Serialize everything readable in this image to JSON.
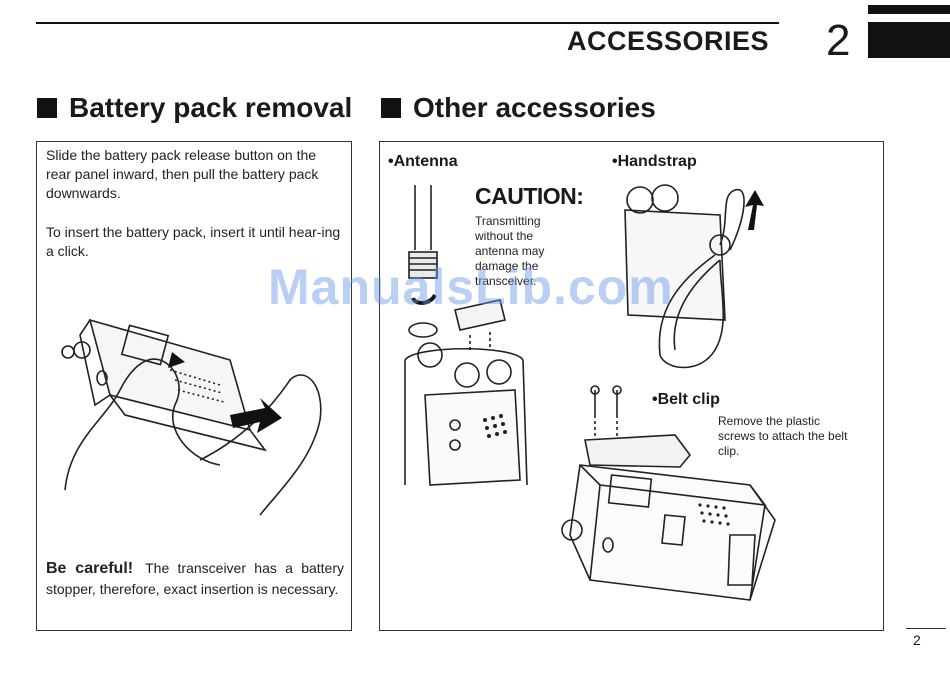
{
  "header": {
    "title": "ACCESSORIES",
    "chapter": "2"
  },
  "left": {
    "heading": "Battery pack removal",
    "paragraph1": "Slide the battery pack release button on the rear panel inward, then pull the battery pack downwards.",
    "paragraph2": "To insert the battery pack, insert it until hear-ing a click.",
    "careful_label": "Be careful!",
    "careful_text": "The transceiver has a battery stopper, therefore, exact insertion is necessary."
  },
  "right": {
    "heading": "Other accessories",
    "antenna_label": "•Antenna",
    "caution_title": "CAUTION:",
    "caution_text": "Transmitting without the antenna may damage the transceiver.",
    "handstrap_label": "•Handstrap",
    "beltclip_label": "•Belt clip",
    "beltclip_text": "Remove the plastic screws to attach the belt clip."
  },
  "watermark": "ManualsLib.com",
  "footer": {
    "page_number": "2"
  }
}
